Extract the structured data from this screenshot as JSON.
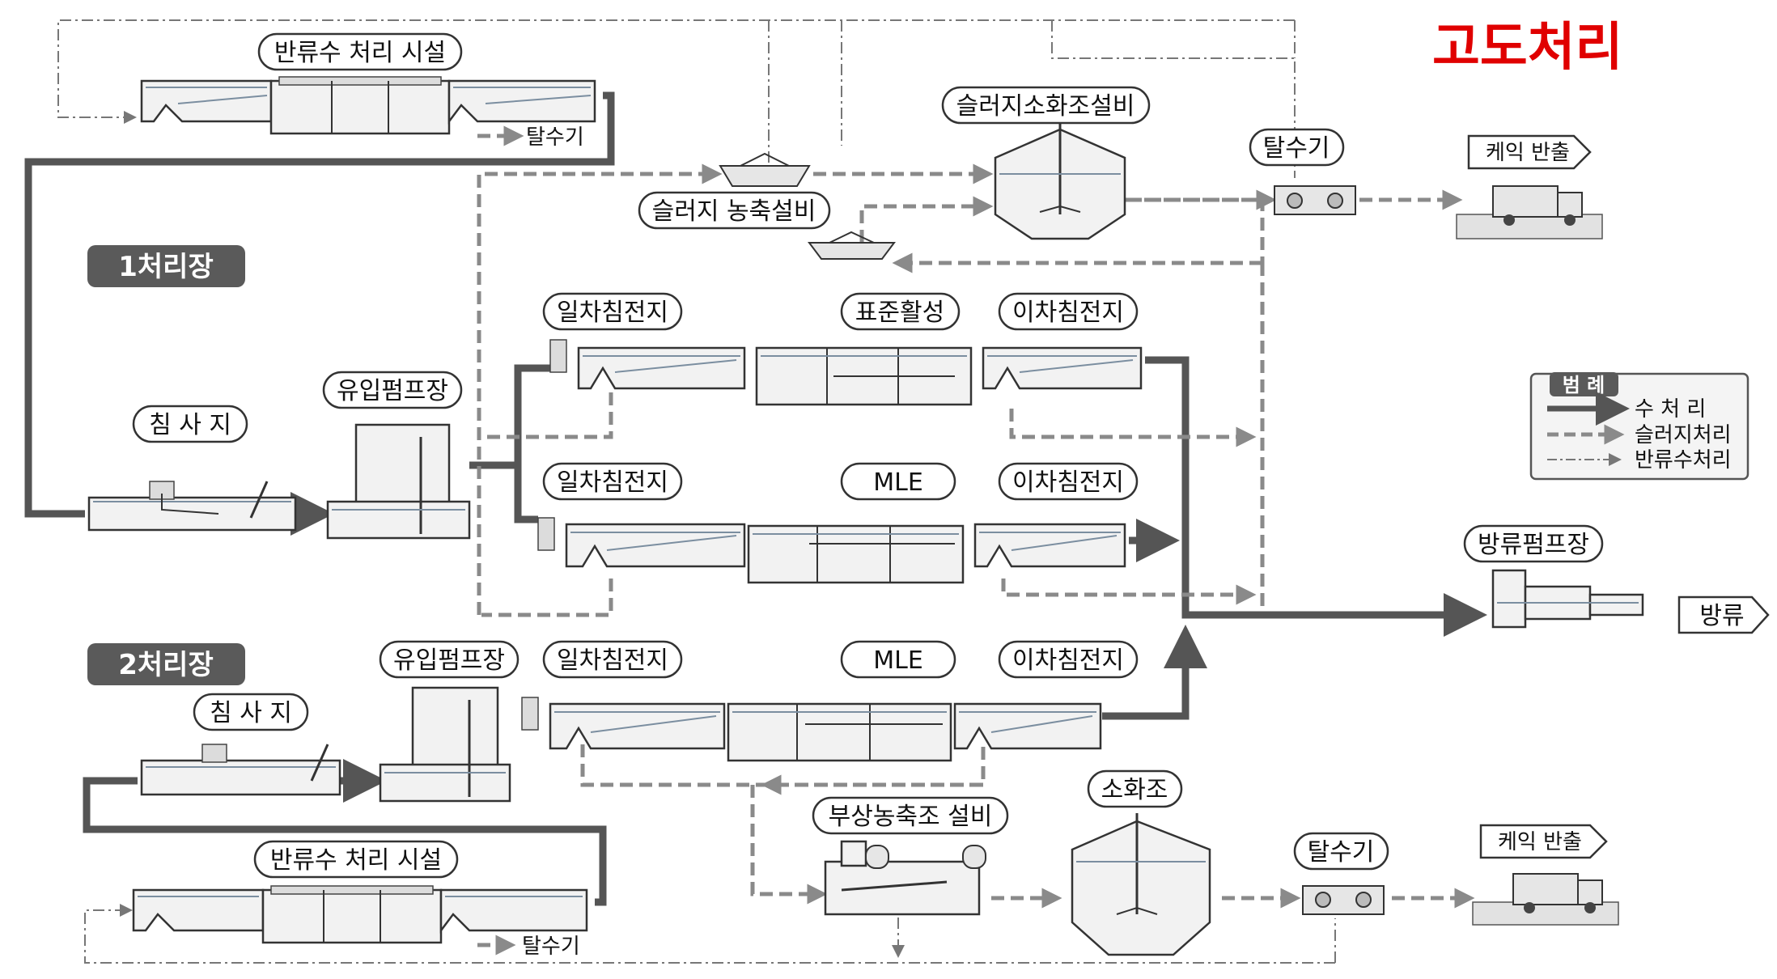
{
  "title": {
    "text": "고도처리",
    "color": "#e00000"
  },
  "plants": {
    "plant1": "1처리장",
    "plant2": "2처리장"
  },
  "labels": {
    "p1_return_facility": "반류수 처리 시설",
    "p1_return_dewater": "탈수기",
    "p1_sludge_thickener": "슬러지 농축설비",
    "digester_facility": "슬러지소화조설비",
    "p1_dewater": "탈수기",
    "p1_cake_out": "케익 반출",
    "p1a_primary": "일차침전지",
    "p1a_bio": "표준활성",
    "p1a_secondary": "이차침전지",
    "p1b_primary": "일차침전지",
    "p1b_bio": "MLE",
    "p1b_secondary": "이차침전지",
    "p1_grit": "침 사 지",
    "p1_inflow_pump": "유입펌프장",
    "discharge_pump": "방류펌프장",
    "discharge": "방류",
    "p2_inflow_pump": "유입펌프장",
    "p2_primary": "일차침전지",
    "p2_bio": "MLE",
    "p2_secondary": "이차침전지",
    "p2_grit": "침 사 지",
    "p2_dissolved_air": "부상농축조 설비",
    "p2_digester": "소화조",
    "p2_dewater": "탈수기",
    "p2_cake_out": "케익 반출",
    "p2_return_facility": "반류수 처리 시설",
    "p2_return_dewater": "탈수기"
  },
  "legend": {
    "title": "범 례",
    "items": [
      {
        "label": "수 처 리",
        "type": "water"
      },
      {
        "label": "슬러지처리",
        "type": "sludge"
      },
      {
        "label": "반류수처리",
        "type": "return"
      }
    ]
  },
  "colors": {
    "water_line": "#555555",
    "sludge_line": "#8a8a8a",
    "return_line": "#777777",
    "badge": "#5a5a5a",
    "title": "#e00000"
  }
}
